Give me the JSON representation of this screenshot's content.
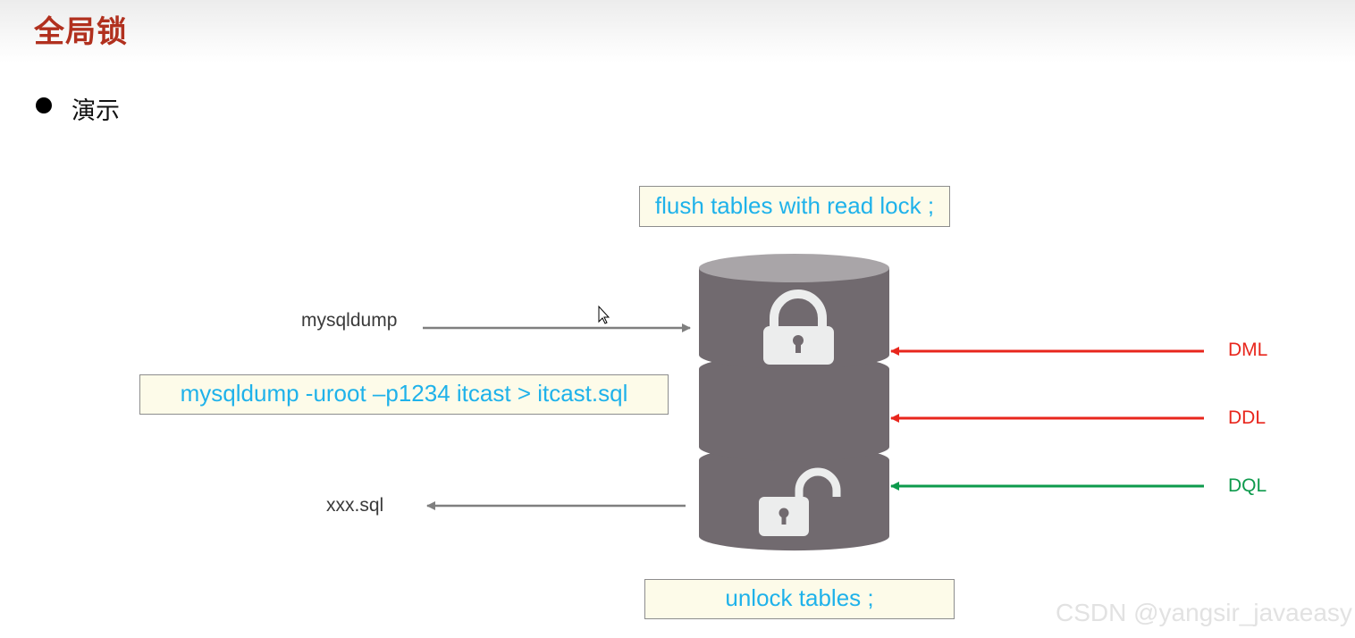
{
  "page": {
    "title": "全局锁"
  },
  "bullet": {
    "text": "演示"
  },
  "commands": {
    "flush": "flush tables with read lock ;",
    "dump": "mysqldump  -uroot –p1234  itcast > itcast.sql",
    "unlock": "unlock tables ;"
  },
  "left_labels": {
    "input": "mysqldump",
    "output": "xxx.sql"
  },
  "operations": [
    {
      "label": "DML",
      "color": "#e8261c"
    },
    {
      "label": "DDL",
      "color": "#e8261c"
    },
    {
      "label": "DQL",
      "color": "#0d9a4c"
    }
  ],
  "icons": {
    "top": "lock-closed-icon",
    "bottom": "lock-open-icon"
  },
  "colors": {
    "title": "#b1301e",
    "command_text": "#1fb2ea",
    "command_box_bg": "#fdfbe9",
    "database": "#716a6f",
    "database_top": "#a9a5a8",
    "arrow_gray": "#7f7f7f"
  },
  "watermark": "CSDN @yangsir_javaeasy"
}
